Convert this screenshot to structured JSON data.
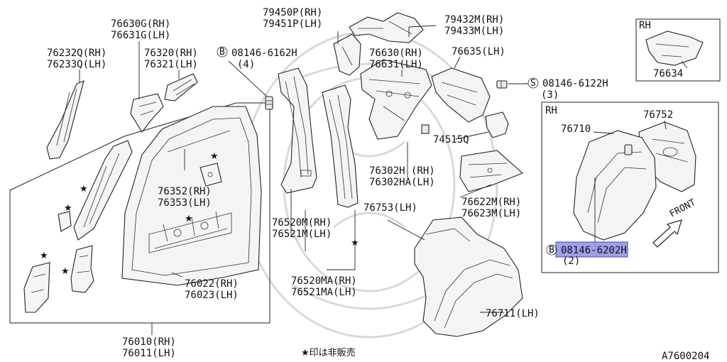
{
  "labels": {
    "p76630": "76630G(RH)",
    "p76631": "76631G(LH)",
    "p76232": "76232Q(RH)",
    "p76233": "76233Q(LH)",
    "p76320": "76320(RH)",
    "p76321": "76321(LH)",
    "b08146_6162H": "08146-6162H",
    "b08146_6162H_qty": "(4)",
    "p79450": "79450P(RH)",
    "p79451": "79451P(LH)",
    "p79432": "79432M(RH)",
    "p79433": "79433M(LH)",
    "p76630b": "76630(RH)",
    "p76631b": "76631(LH)",
    "p76635": "76635(LH)",
    "s08146_6122H": "08146-6122H",
    "s08146_6122H_qty": "(3)",
    "p76634": "76634",
    "rh_inset_top": "RH",
    "rh_inset_main": "RH",
    "p76752": "76752",
    "p76710": "76710",
    "p74515": "74515Q",
    "p76302H": "76302H (RH)",
    "p76302HA": "76302HA(LH)",
    "p76352": "76352(RH)",
    "p76353": "76353(LH)",
    "p76622": "76622M(RH)",
    "p76623": "76623M(LH)",
    "p76753": "76753(LH)",
    "p76520M": "76520M(RH)",
    "p76521M": "76521M(LH)",
    "front": "FRONT",
    "b08146_6202H": "08146-6202H",
    "b08146_6202H_qty": "(2)",
    "p76022": "76022(RH)",
    "p76023": "76023(LH)",
    "p76520MA": "76520MA(RH)",
    "p76521MA": "76521MA(LH)",
    "p76711": "76711(LH)",
    "p76010": "76010(RH)",
    "p76011": "76011(LH)",
    "footnote": "★印は非販売",
    "code": "A7600204",
    "b_mark": "B",
    "s_mark": "S"
  },
  "colors": {
    "highlight": "#8e8ee8",
    "line": "#222222",
    "watermark": "#d9d9d9"
  }
}
